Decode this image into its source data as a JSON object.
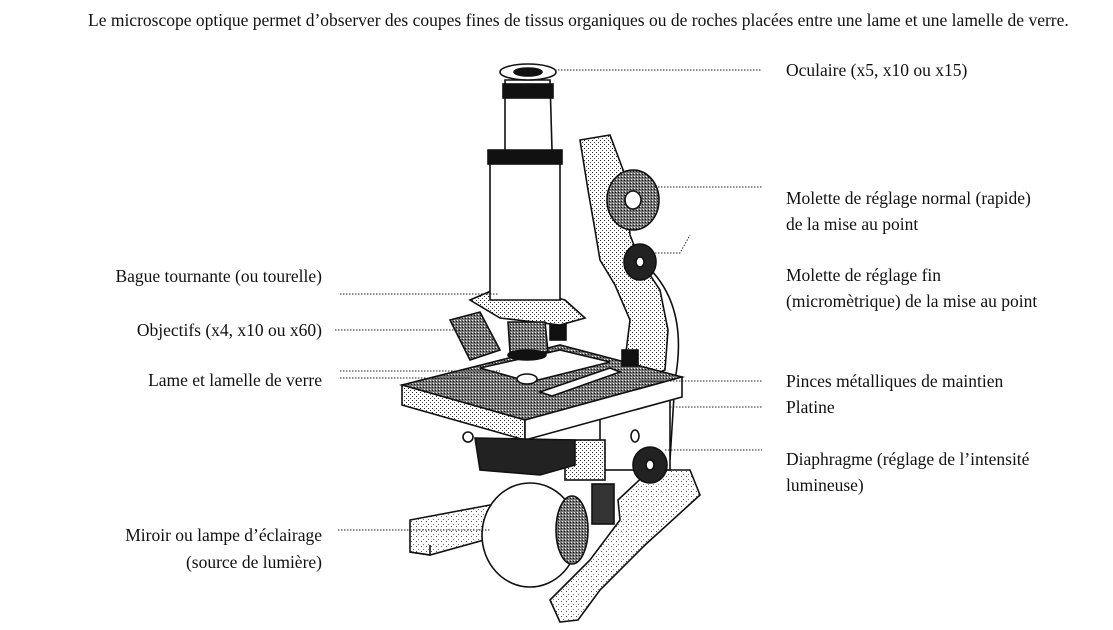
{
  "intro": "Le microscope optique permet d’observer des coupes fines de tissus organiques ou de roches placées entre une lame et une lamelle de verre.",
  "labels": {
    "oculaire": "Oculaire (x5, x10 ou x15)",
    "molette_rapide_1": "Molette de réglage normal (rapide)",
    "molette_rapide_2": "de la mise au point",
    "molette_fin_1": "Molette de réglage fin",
    "molette_fin_2": "(micromètrique) de la mise au point",
    "pinces": "Pinces métalliques de maintien",
    "platine": "Platine",
    "diaphragme_1": "Diaphragme (réglage de l’intensité",
    "diaphragme_2": "lumineuse)",
    "bague": "Bague tournante (ou tourelle)",
    "objectifs": "Objectifs (x4, x10 ou x60)",
    "lame": "Lame et lamelle de verre",
    "miroir_1": "Miroir ou lampe d’éclairage",
    "miroir_2": "(source de lumière)"
  }
}
